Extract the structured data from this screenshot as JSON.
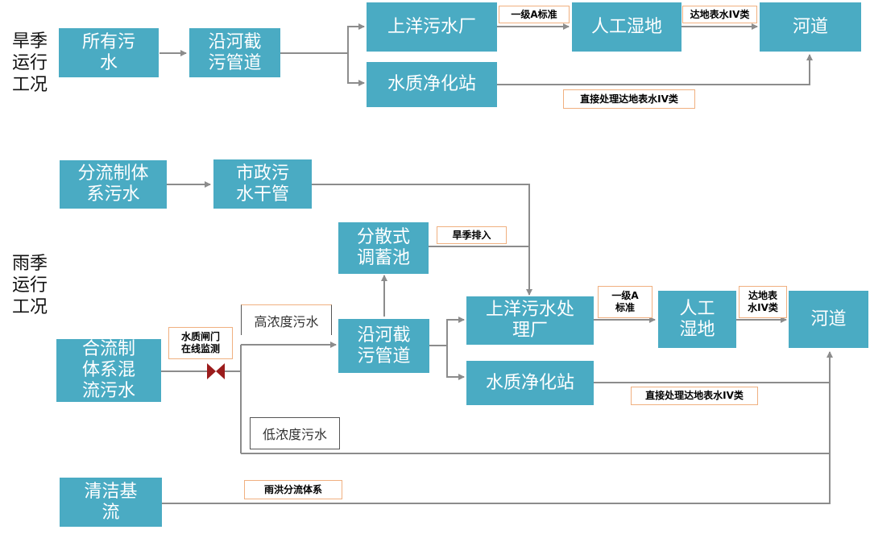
{
  "sections": {
    "dry": "旱季\n运行\n工况",
    "rain": "雨季\n运行\n工况"
  },
  "dry": {
    "all_sewage": "所有污\n水",
    "interceptor": "沿河截\n污管道",
    "wwtp": "上洋污水厂",
    "wetland": "人工湿地",
    "river": "河道",
    "purify": "水质净化站",
    "label_grade1a": "一级A标准",
    "label_iv": "达地表水IV类",
    "label_direct": "直接处理达地表水IV类"
  },
  "rain": {
    "separate": "分流制体\n系污水",
    "municipal": "市政污\n水干管",
    "storage": "分散式\n调蓄池",
    "dry_discharge": "旱季排入",
    "combined": "合流制\n体系混\n流污水",
    "gate": "水质闸门\n在线监测",
    "high_conc": "高浓度污水",
    "low_conc": "低浓度污水",
    "interceptor": "沿河截\n污管道",
    "wwtp": "上洋污水处\n理厂",
    "grade1a": "一级A\n标准",
    "wetland": "人工\n湿地",
    "iv": "达地表\n水IV类",
    "river": "河道",
    "purify": "水质净化站",
    "direct": "直接处理达地表水IV类",
    "base_flow": "清洁基\n流",
    "storm": "雨洪分流体系"
  },
  "colors": {
    "box": "#4aabc3",
    "line": "#8c8c8c",
    "label_border": "#f0b080",
    "valve": "#9b1c1c"
  }
}
